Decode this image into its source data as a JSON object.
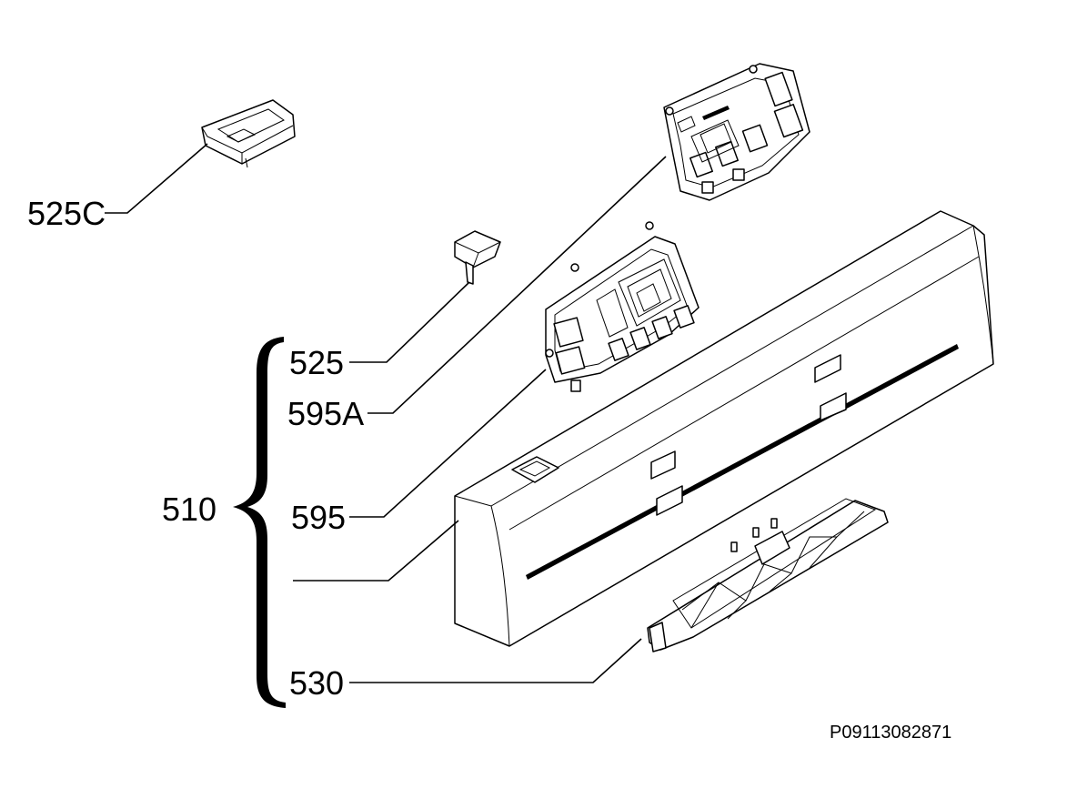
{
  "callouts": {
    "c525C": "525C",
    "c525": "525",
    "c595A": "595A",
    "c510": "510",
    "c595": "595",
    "c530": "530"
  },
  "reference_code": "P09113082871"
}
